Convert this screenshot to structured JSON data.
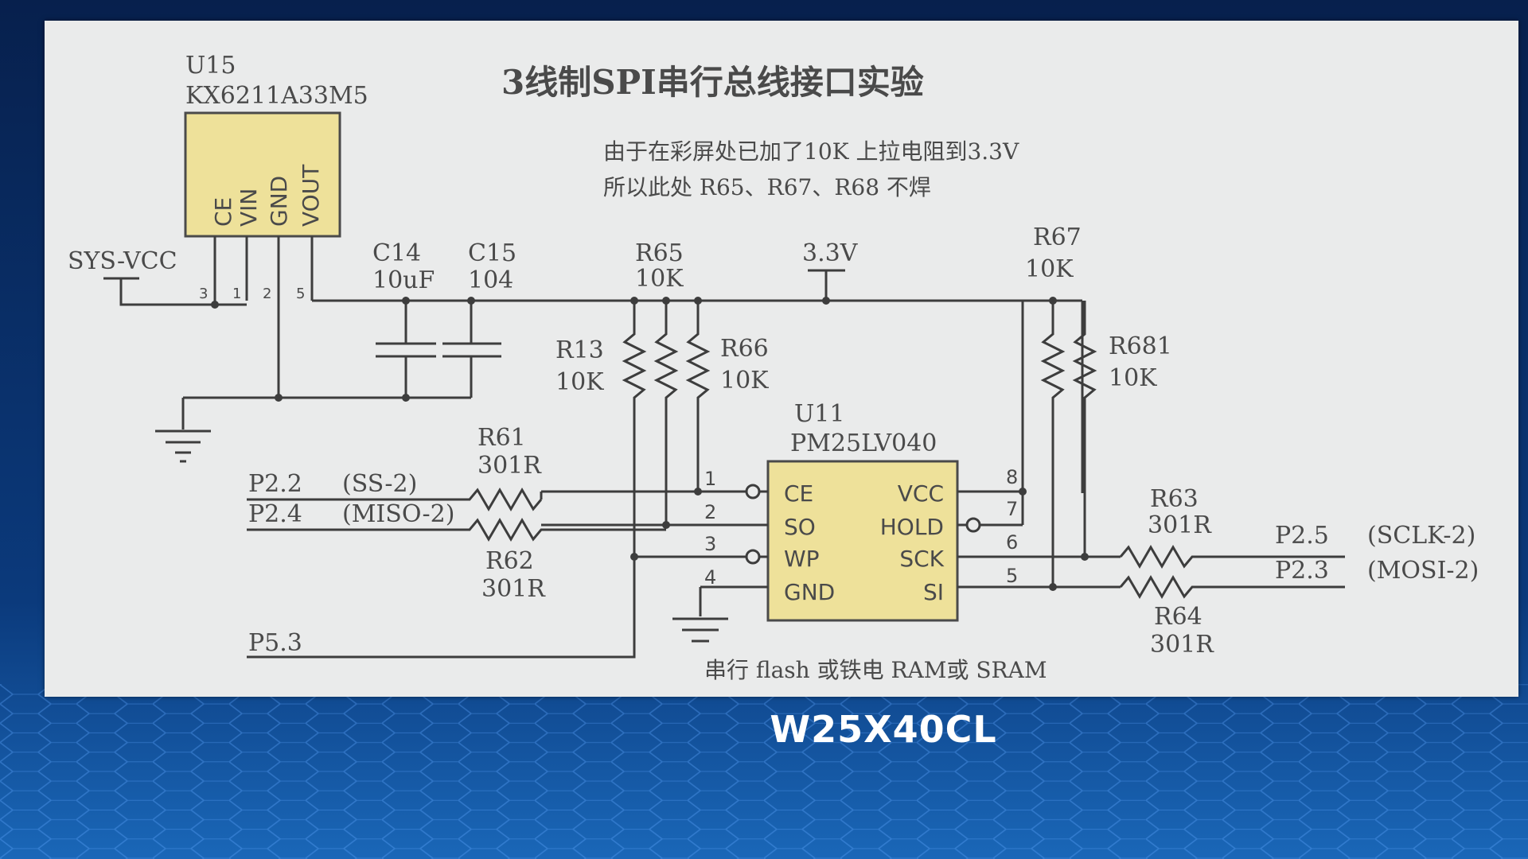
{
  "schematic": {
    "title": "3线制SPI串行总线接口实验",
    "note_line1": "由于在彩屏处已加了10K 上拉电阻到3.3V",
    "note_line2": "所以此处 R65、R67、R68 不焊",
    "regulator": {
      "ref": "U15",
      "part": "KX6211A33M5",
      "pins": [
        "CE",
        "VIN",
        "GND",
        "VOUT"
      ],
      "pin_nums": [
        "3",
        "1",
        "2",
        "5"
      ]
    },
    "sys_vcc": "SYS-VCC",
    "supply": "3.3V",
    "caps": [
      {
        "ref": "C14",
        "value": "10uF"
      },
      {
        "ref": "C15",
        "value": "104"
      }
    ],
    "resistors": {
      "r13": {
        "ref": "R13",
        "value": "10K"
      },
      "r65": {
        "ref": "R65",
        "value": "10K"
      },
      "r66": {
        "ref": "R66",
        "value": "10K"
      },
      "r67": {
        "ref": "R67",
        "value": "10K"
      },
      "r68": {
        "ref": "R681",
        "value": "10K"
      },
      "r61": {
        "ref": "R61",
        "value": "301R"
      },
      "r62": {
        "ref": "R62",
        "value": "301R"
      },
      "r63": {
        "ref": "R63",
        "value": "301R"
      },
      "r64": {
        "ref": "R64",
        "value": "301R"
      }
    },
    "flash": {
      "ref": "U11",
      "part": "PM25LV040",
      "left_pins": [
        "CE",
        "SO",
        "WP",
        "GND"
      ],
      "right_pins": [
        "VCC",
        "HOLD",
        "SCK",
        "SI"
      ],
      "left_nums": [
        "1",
        "2",
        "3",
        "4"
      ],
      "right_nums": [
        "8",
        "7",
        "6",
        "5"
      ],
      "caption": "串行 flash 或铁电 RAM或 SRAM"
    },
    "ports_left": [
      {
        "port": "P2.2",
        "signal": "(SS-2)"
      },
      {
        "port": "P2.4",
        "signal": "(MISO-2)"
      },
      {
        "port": "P5.3",
        "signal": ""
      }
    ],
    "ports_right": [
      {
        "port": "P2.5",
        "signal": "(SCLK-2)"
      },
      {
        "port": "P2.3",
        "signal": "(MOSI-2)"
      }
    ]
  },
  "slide": {
    "caption": "W25X40CL"
  },
  "colors": {
    "panel": "#eaebeb",
    "chip_fill": "#eee19a",
    "background": "#0a2a5e"
  }
}
